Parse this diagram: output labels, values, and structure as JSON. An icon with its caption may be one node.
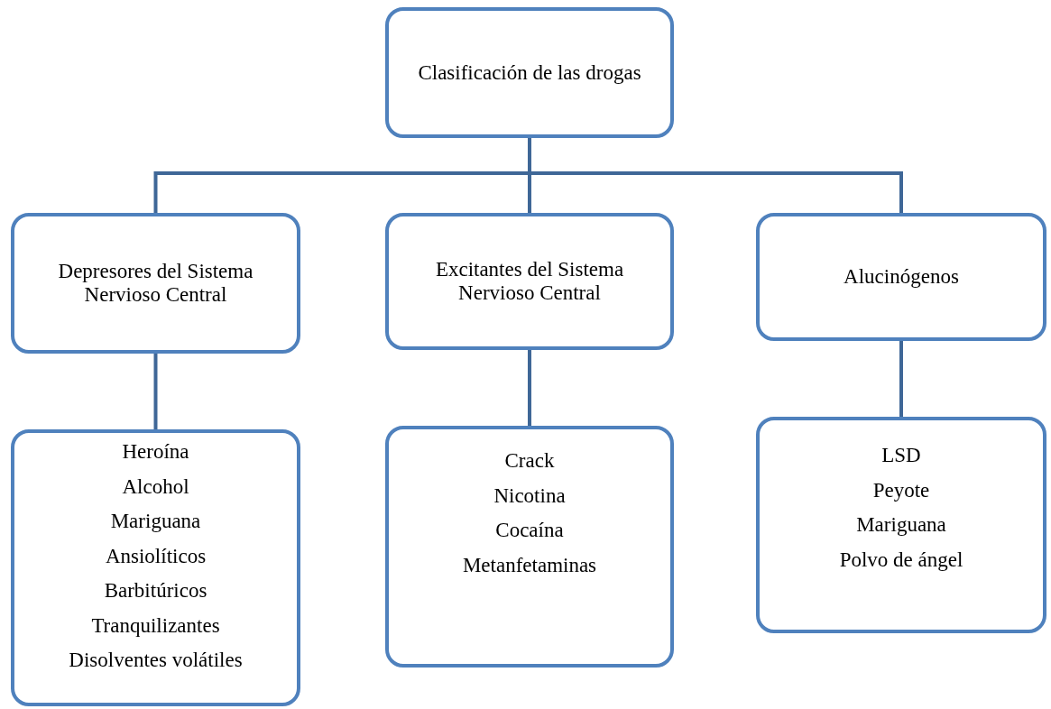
{
  "diagram": {
    "nodes": [
      {
        "text": [
          "Clasificación de las drogas"
        ]
      },
      {
        "text": [
          "Depresores del Sistema Nervioso Central"
        ]
      },
      {
        "text": [
          "Excitantes del Sistema Nervioso Central"
        ]
      },
      {
        "text": [
          "Alucinógenos"
        ]
      },
      {
        "text": [
          "Heroína",
          "Alcohol",
          "Mariguana",
          "Ansiolíticos",
          "Barbitúricos",
          "Tranquilizantes",
          "Disolventes volátiles"
        ]
      },
      {
        "text": [
          "Crack",
          "Nicotina",
          "Cocaína",
          "Metanfetaminas"
        ]
      },
      {
        "text": [
          "LSD",
          "Peyote",
          "Mariguana",
          "Polvo de ángel"
        ]
      }
    ],
    "edges": [
      {
        "from": 0,
        "to": 1,
        "arrow": "none"
      },
      {
        "from": 0,
        "to": 2,
        "arrow": "none"
      },
      {
        "from": 0,
        "to": 3,
        "arrow": "none"
      },
      {
        "from": 1,
        "to": 4,
        "arrow": "none"
      },
      {
        "from": 2,
        "to": 5,
        "arrow": "none"
      },
      {
        "from": 3,
        "to": 6,
        "arrow": "none"
      }
    ]
  }
}
